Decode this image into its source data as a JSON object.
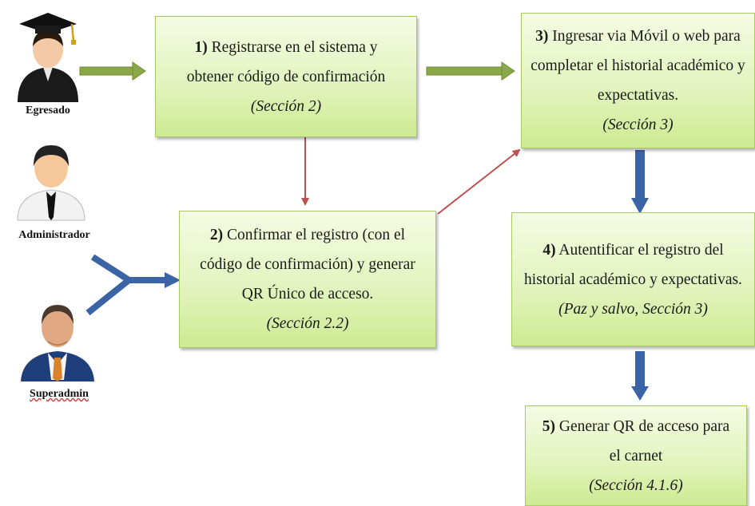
{
  "actors": {
    "egresado": {
      "label": "Egresado"
    },
    "administrador": {
      "label": "Administrador"
    },
    "superadmin": {
      "label": "Superadmin"
    }
  },
  "steps": [
    {
      "num": "1)",
      "text": "Registrarse en el sistema y obtener código de confirmación",
      "ref": "(Sección 2)"
    },
    {
      "num": "2)",
      "text": "Confirmar el  registro (con el código de confirmación) y generar QR Único de acceso.",
      "ref": "(Sección 2.2)"
    },
    {
      "num": "3)",
      "text": "Ingresar via Móvil o web para completar el historial académico y expectativas.",
      "ref": "(Sección 3)"
    },
    {
      "num": "4)",
      "text": "Autentificar el registro del historial académico y expectativas.",
      "ref": "(Paz y salvo, Sección 3)"
    },
    {
      "num": "5)",
      "text": "Generar QR de acceso para el carnet",
      "ref": "(Sección 4.1.6)"
    }
  ],
  "colors": {
    "box_fill_top": "#f4fbe3",
    "box_fill_bottom": "#cdea92",
    "arrow_green": "#7e9b3a",
    "arrow_red": "#c0504d",
    "arrow_blue": "#3a64a5"
  }
}
